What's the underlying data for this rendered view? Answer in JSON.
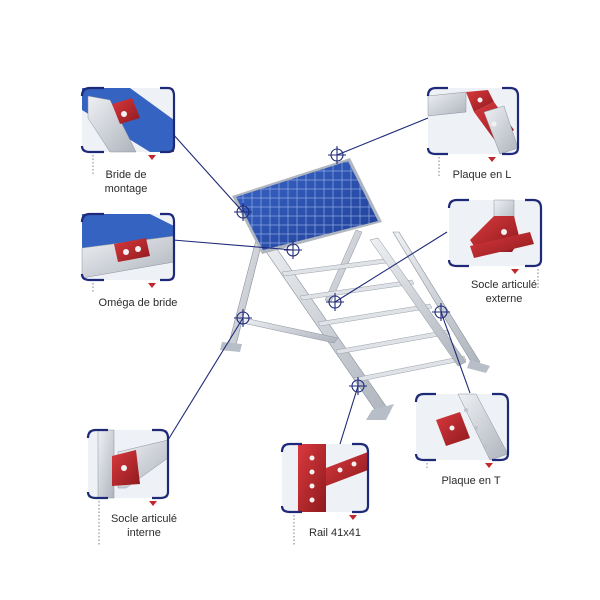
{
  "colors": {
    "frame_blue": "#1e2a78",
    "leader_line": "#1e2a78",
    "detail_red": "#c0282d",
    "panel_blue": "#2f56b5",
    "panel_grid": "#9fb6ee",
    "aluminium": "#c9ced6",
    "aluminium_dark": "#8b929c",
    "dot_leader": "#7a7f8c"
  },
  "labels": {
    "bride_montage": [
      "Bride de",
      "montage"
    ],
    "omega_bride": [
      "Oméga de bride"
    ],
    "socle_interne": [
      "Socle articulé",
      "interne"
    ],
    "rail": [
      "Rail 41x41"
    ],
    "plaque_t": [
      "Plaque en T"
    ],
    "socle_externe": [
      "Socle articulé",
      "externe"
    ],
    "plaque_l": [
      "Plaque en L"
    ]
  },
  "callouts": [
    {
      "key": "bride_montage",
      "icon": "mounting-clamp-icon"
    },
    {
      "key": "omega_bride",
      "icon": "omega-clamp-icon"
    },
    {
      "key": "socle_interne",
      "icon": "inner-hinge-base-icon"
    },
    {
      "key": "rail",
      "icon": "rail-profile-icon"
    },
    {
      "key": "plaque_t",
      "icon": "t-plate-icon"
    },
    {
      "key": "socle_externe",
      "icon": "outer-hinge-base-icon"
    },
    {
      "key": "plaque_l",
      "icon": "l-plate-icon"
    }
  ]
}
